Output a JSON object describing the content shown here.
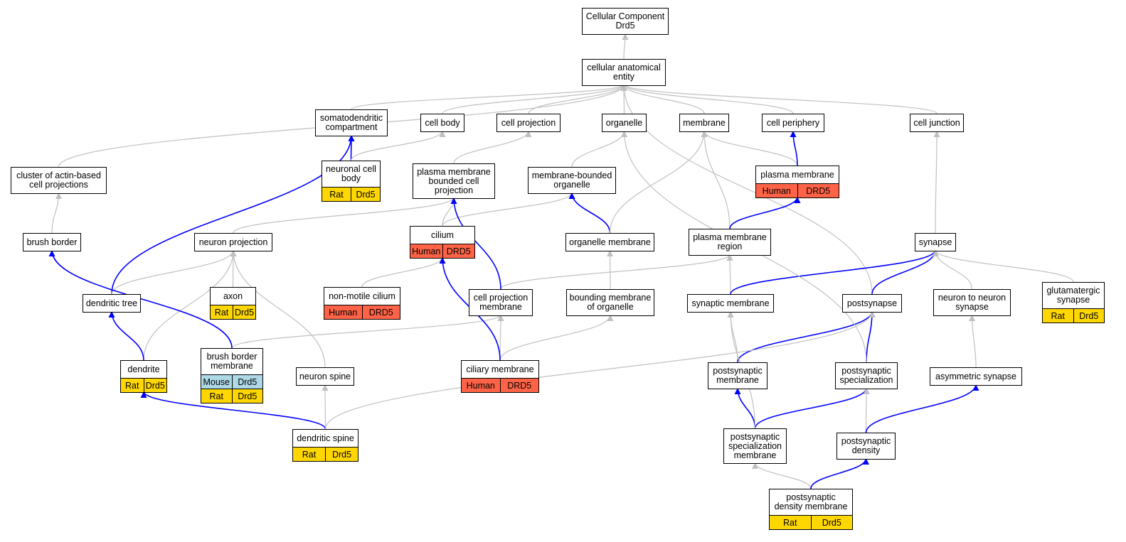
{
  "colors": {
    "rat": "#ffd700",
    "human": "#ff6347",
    "mouse": "#add8e6",
    "is_a_edge": "#c0c0c0",
    "part_of_edge": "#0000ff"
  },
  "nodes": {
    "root": {
      "label": "Cellular Component\nDrd5",
      "annotations": []
    },
    "cae": {
      "label": "cellular anatomical\nentity",
      "annotations": []
    },
    "somato": {
      "label": "somatodendritic\ncompartment",
      "annotations": []
    },
    "cellbody": {
      "label": "cell body",
      "annotations": []
    },
    "cellproj": {
      "label": "cell projection",
      "annotations": []
    },
    "organelle": {
      "label": "organelle",
      "annotations": []
    },
    "membrane": {
      "label": "membrane",
      "annotations": []
    },
    "cellperiph": {
      "label": "cell periphery",
      "annotations": []
    },
    "celljunc": {
      "label": "cell junction",
      "annotations": []
    },
    "cluster": {
      "label": "cluster of actin-based\ncell projections",
      "annotations": []
    },
    "ncb": {
      "label": "neuronal cell\nbody",
      "annotations": [
        [
          "Rat",
          "Drd5"
        ]
      ]
    },
    "pmbcp": {
      "label": "plasma membrane\nbounded cell\nprojection",
      "annotations": []
    },
    "mbo": {
      "label": "membrane-bounded\norganelle",
      "annotations": []
    },
    "pm": {
      "label": "plasma membrane",
      "annotations": [
        [
          "Human",
          "DRD5"
        ]
      ]
    },
    "brushborder": {
      "label": "brush border",
      "annotations": []
    },
    "neuronproj": {
      "label": "neuron projection",
      "annotations": []
    },
    "cilium": {
      "label": "cilium",
      "annotations": [
        [
          "Human",
          "DRD5"
        ]
      ]
    },
    "orgmem": {
      "label": "organelle membrane",
      "annotations": []
    },
    "pmr": {
      "label": "plasma membrane\nregion",
      "annotations": []
    },
    "synapse": {
      "label": "synapse",
      "annotations": []
    },
    "dtree": {
      "label": "dendritic tree",
      "annotations": []
    },
    "axon": {
      "label": "axon",
      "annotations": [
        [
          "Rat",
          "Drd5"
        ]
      ]
    },
    "nmcilium": {
      "label": "non-motile cilium",
      "annotations": [
        [
          "Human",
          "DRD5"
        ]
      ]
    },
    "cpmem": {
      "label": "cell projection\nmembrane",
      "annotations": []
    },
    "bmo": {
      "label": "bounding membrane\nof organelle",
      "annotations": []
    },
    "synmem": {
      "label": "synaptic membrane",
      "annotations": []
    },
    "postsyn": {
      "label": "postsynapse",
      "annotations": []
    },
    "n2n": {
      "label": "neuron to neuron\nsynapse",
      "annotations": []
    },
    "glut": {
      "label": "glutamatergic\nsynapse",
      "annotations": [
        [
          "Rat",
          "Drd5"
        ]
      ]
    },
    "dendrite": {
      "label": "dendrite",
      "annotations": [
        [
          "Rat",
          "Drd5"
        ]
      ]
    },
    "bbm": {
      "label": "brush border\nmembrane",
      "annotations": [
        [
          "Mouse",
          "Drd5"
        ],
        [
          "Rat",
          "Drd5"
        ]
      ]
    },
    "nspine": {
      "label": "neuron spine",
      "annotations": []
    },
    "ciliarymem": {
      "label": "ciliary membrane",
      "annotations": [
        [
          "Human",
          "DRD5"
        ]
      ]
    },
    "psmem": {
      "label": "postsynaptic\nmembrane",
      "annotations": []
    },
    "psspec": {
      "label": "postsynaptic\nspecialization",
      "annotations": []
    },
    "asym": {
      "label": "asymmetric synapse",
      "annotations": []
    },
    "dspine": {
      "label": "dendritic spine",
      "annotations": [
        [
          "Rat",
          "Drd5"
        ]
      ]
    },
    "pssm": {
      "label": "postsynaptic\nspecialization\nmembrane",
      "annotations": []
    },
    "psd": {
      "label": "postsynaptic\ndensity",
      "annotations": []
    },
    "psdm": {
      "label": "postsynaptic\ndensity membrane",
      "annotations": [
        [
          "Rat",
          "Drd5"
        ]
      ]
    }
  },
  "edges": [
    {
      "from": "cae",
      "to": "root",
      "type": "is_a"
    },
    {
      "from": "somato",
      "to": "cae",
      "type": "is_a"
    },
    {
      "from": "cellbody",
      "to": "cae",
      "type": "is_a"
    },
    {
      "from": "cellproj",
      "to": "cae",
      "type": "is_a"
    },
    {
      "from": "organelle",
      "to": "cae",
      "type": "is_a"
    },
    {
      "from": "membrane",
      "to": "cae",
      "type": "is_a"
    },
    {
      "from": "cellperiph",
      "to": "cae",
      "type": "is_a"
    },
    {
      "from": "celljunc",
      "to": "cae",
      "type": "is_a"
    },
    {
      "from": "cluster",
      "to": "cae",
      "type": "is_a"
    },
    {
      "from": "postsyn",
      "to": "cae",
      "type": "is_a"
    },
    {
      "from": "ncb",
      "to": "somato",
      "type": "part_of"
    },
    {
      "from": "ncb",
      "to": "cellbody",
      "type": "is_a"
    },
    {
      "from": "pmbcp",
      "to": "cellproj",
      "type": "is_a"
    },
    {
      "from": "mbo",
      "to": "organelle",
      "type": "is_a"
    },
    {
      "from": "pm",
      "to": "membrane",
      "type": "is_a"
    },
    {
      "from": "pm",
      "to": "cellperiph",
      "type": "part_of"
    },
    {
      "from": "brushborder",
      "to": "cluster",
      "type": "is_a"
    },
    {
      "from": "neuronproj",
      "to": "pmbcp",
      "type": "is_a"
    },
    {
      "from": "cilium",
      "to": "pmbcp",
      "type": "is_a"
    },
    {
      "from": "cilium",
      "to": "mbo",
      "type": "is_a"
    },
    {
      "from": "orgmem",
      "to": "mbo",
      "type": "part_of"
    },
    {
      "from": "orgmem",
      "to": "membrane",
      "type": "is_a"
    },
    {
      "from": "pmr",
      "to": "membrane",
      "type": "is_a"
    },
    {
      "from": "pmr",
      "to": "pm",
      "type": "part_of"
    },
    {
      "from": "synapse",
      "to": "celljunc",
      "type": "is_a"
    },
    {
      "from": "dtree",
      "to": "somato",
      "type": "part_of"
    },
    {
      "from": "dtree",
      "to": "neuronproj",
      "type": "is_a"
    },
    {
      "from": "axon",
      "to": "neuronproj",
      "type": "is_a"
    },
    {
      "from": "nmcilium",
      "to": "cilium",
      "type": "is_a"
    },
    {
      "from": "cpmem",
      "to": "pmr",
      "type": "is_a"
    },
    {
      "from": "cpmem",
      "to": "pmbcp",
      "type": "part_of"
    },
    {
      "from": "bmo",
      "to": "orgmem",
      "type": "is_a"
    },
    {
      "from": "synmem",
      "to": "pmr",
      "type": "is_a"
    },
    {
      "from": "synmem",
      "to": "synapse",
      "type": "part_of"
    },
    {
      "from": "postsyn",
      "to": "synapse",
      "type": "part_of"
    },
    {
      "from": "n2n",
      "to": "synapse",
      "type": "is_a"
    },
    {
      "from": "glut",
      "to": "synapse",
      "type": "is_a"
    },
    {
      "from": "dendrite",
      "to": "neuronproj",
      "type": "is_a"
    },
    {
      "from": "dendrite",
      "to": "dtree",
      "type": "part_of"
    },
    {
      "from": "bbm",
      "to": "cpmem",
      "type": "is_a"
    },
    {
      "from": "bbm",
      "to": "brushborder",
      "type": "part_of"
    },
    {
      "from": "nspine",
      "to": "neuronproj",
      "type": "is_a"
    },
    {
      "from": "ciliarymem",
      "to": "cpmem",
      "type": "is_a"
    },
    {
      "from": "ciliarymem",
      "to": "bmo",
      "type": "is_a"
    },
    {
      "from": "ciliarymem",
      "to": "cilium",
      "type": "part_of"
    },
    {
      "from": "psmem",
      "to": "synmem",
      "type": "is_a"
    },
    {
      "from": "psmem",
      "to": "postsyn",
      "type": "part_of"
    },
    {
      "from": "psspec",
      "to": "postsyn",
      "type": "part_of"
    },
    {
      "from": "psspec",
      "to": "organelle",
      "type": "is_a"
    },
    {
      "from": "asym",
      "to": "n2n",
      "type": "is_a"
    },
    {
      "from": "dspine",
      "to": "nspine",
      "type": "is_a"
    },
    {
      "from": "dspine",
      "to": "dendrite",
      "type": "part_of"
    },
    {
      "from": "dspine",
      "to": "postsyn",
      "type": "is_a"
    },
    {
      "from": "pssm",
      "to": "psmem",
      "type": "part_of"
    },
    {
      "from": "pssm",
      "to": "psspec",
      "type": "part_of"
    },
    {
      "from": "pssm",
      "to": "synmem",
      "type": "is_a"
    },
    {
      "from": "psd",
      "to": "psspec",
      "type": "is_a"
    },
    {
      "from": "psd",
      "to": "asym",
      "type": "part_of"
    },
    {
      "from": "psdm",
      "to": "pssm",
      "type": "is_a"
    },
    {
      "from": "psdm",
      "to": "psd",
      "type": "part_of"
    }
  ]
}
